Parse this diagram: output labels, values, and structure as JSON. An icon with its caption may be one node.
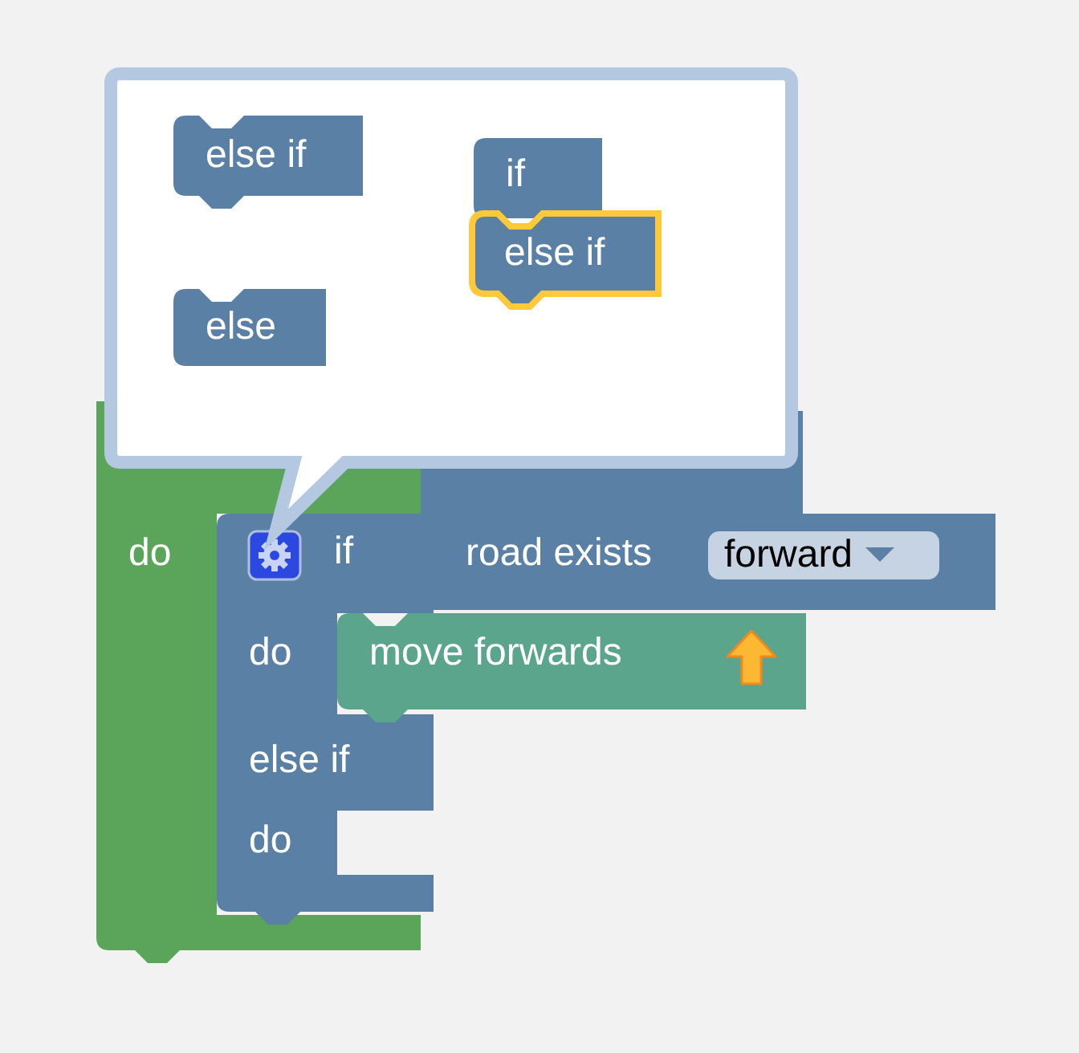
{
  "diagram": {
    "nodes": [
      {
        "text": [],
        "shape": "box"
      },
      {
        "text": [
          "else if"
        ],
        "in": 0
      },
      {
        "text": [
          "else"
        ],
        "in": 0
      },
      {
        "text": [
          "if"
        ],
        "in": 0
      },
      {
        "text": [
          "else if"
        ],
        "in": 0
      },
      {
        "text": [
          "do"
        ]
      },
      {
        "text": [],
        "shape": "box"
      },
      {
        "text": [
          "if",
          "do",
          "else if",
          "do"
        ],
        "in": 5
      },
      {
        "text": [
          "road exists",
          "forward"
        ]
      },
      {
        "text": [
          "move forwards"
        ]
      }
    ]
  }
}
